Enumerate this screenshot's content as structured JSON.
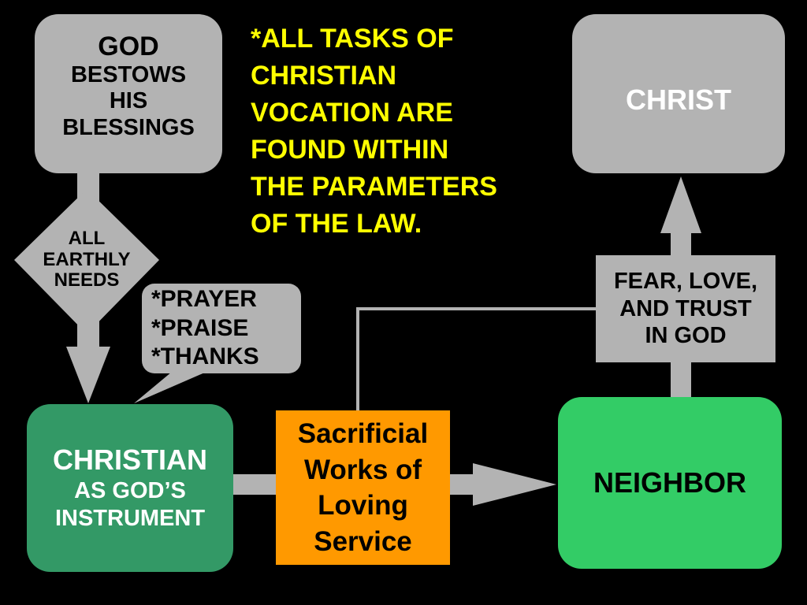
{
  "god_box": {
    "line1": "GOD",
    "line2": "BESTOWS",
    "line3": "HIS",
    "line4": "BLESSINGS"
  },
  "needs_diamond": {
    "line1": "ALL",
    "line2": "EARTHLY",
    "line3": "NEEDS"
  },
  "response_bubble": {
    "line1": "*PRAYER",
    "line2": "*PRAISE",
    "line3": "*THANKS"
  },
  "christ_box": {
    "label": "CHRIST"
  },
  "fear_box": {
    "line1": "FEAR, LOVE,",
    "line2": "AND TRUST",
    "line3": "IN GOD"
  },
  "christian_box": {
    "line1": "CHRISTIAN",
    "line2": "AS GOD’S",
    "line3": "INSTRUMENT"
  },
  "works_box": {
    "line1": "Sacrificial",
    "line2": "Works of",
    "line3": "Loving",
    "line4": "Service"
  },
  "neighbor_box": {
    "label": "NEIGHBOR"
  },
  "note": {
    "line1": "*ALL TASKS OF",
    "line2": "CHRISTIAN",
    "line3": "VOCATION ARE",
    "line4": "FOUND WITHIN",
    "line5": "THE PARAMETERS",
    "line6": "OF THE LAW."
  },
  "colors": {
    "background": "#000000",
    "gray": "#b3b3b3",
    "christian_green": "#339966",
    "neighbor_green": "#33cc66",
    "works_orange": "#ff9900",
    "note_yellow": "#ffff00"
  }
}
